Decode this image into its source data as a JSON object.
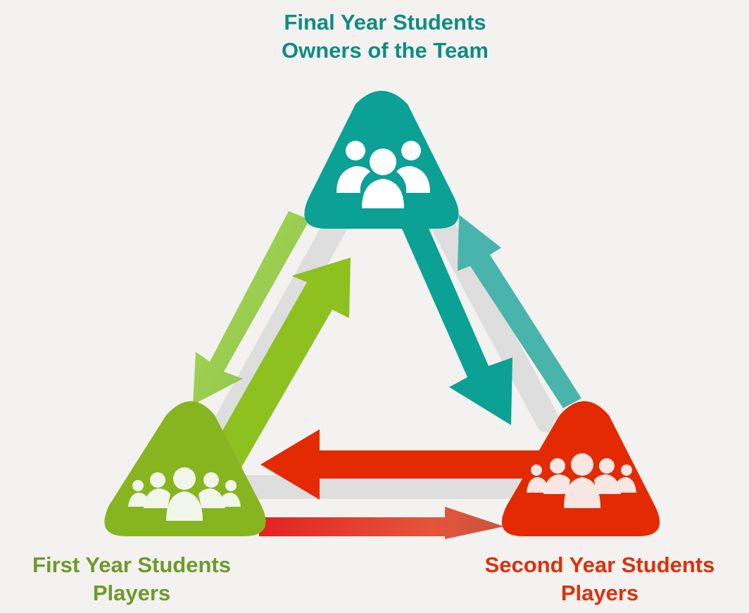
{
  "nodes": {
    "top": {
      "title": "Final Year Students",
      "subtitle": "Owners of the Team",
      "color": "#0ba195",
      "text_color": "#0f8c82",
      "icon": "group-of-three-people-icon"
    },
    "left": {
      "title": "First Year Students",
      "subtitle": "Players",
      "color": "#86b520",
      "text_color": "#6e9a2b",
      "icon": "group-of-five-people-icon"
    },
    "right": {
      "title": "Second Year Students",
      "subtitle": "Players",
      "color": "#e32a02",
      "text_color": "#e02f0a",
      "icon": "group-of-five-people-icon"
    }
  },
  "connector_color": "#dedede"
}
